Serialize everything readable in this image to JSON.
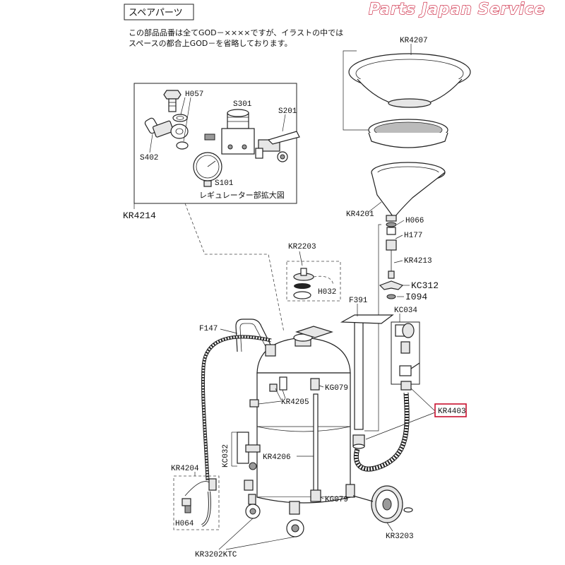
{
  "brand": "Parts Japan Service",
  "header": {
    "section_title": "スペアパーツ",
    "note_line1": "この部品品番は全てGOD－××××ですが、イラストの中では",
    "note_line2": "スペースの都合上GOD－を省略しております。"
  },
  "inset": {
    "caption": "レギュレーター部拡大図",
    "assembly_code": "KR4214"
  },
  "labels": {
    "H057": "H057",
    "S301": "S301",
    "S201": "S201",
    "S402": "S402",
    "S101": "S101",
    "KR4207": "KR4207",
    "KR4201": "KR4201",
    "H066": "H066",
    "H177": "H177",
    "KR4213": "KR4213",
    "KC312": "KC312",
    "I094": "I094",
    "KC034": "KC034",
    "F391": "F391",
    "KR2203": "KR2203",
    "H032": "H032",
    "F147": "F147",
    "KG079_top": "KG079",
    "KR4205": "KR4205",
    "KC032": "KC032",
    "KR4206": "KR4206",
    "KR4204": "KR4204",
    "H064": "H064",
    "KG079_bottom": "KG079",
    "KR3203": "KR3203",
    "KR3202KTC": "KR3202KTC",
    "KR4403": "KR4403"
  },
  "highlight_color": "#c8102e"
}
